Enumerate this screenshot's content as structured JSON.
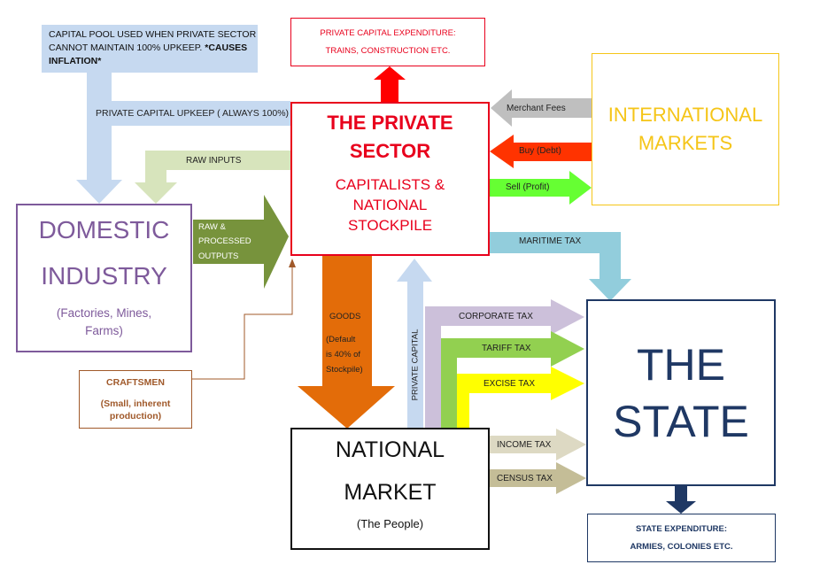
{
  "capital_pool": {
    "line1": "CAPITAL POOL USED WHEN PRIVATE SECTOR",
    "line2": "CANNOT MAINTAIN 100% UPKEEP.",
    "line2_bold": "*CAUSES",
    "line3": "INFLATION*"
  },
  "private_expenditure": {
    "line1": "PRIVATE CAPITAL EXPENDITURE:",
    "line2": "TRAINS, CONSTRUCTION ETC."
  },
  "private_sector": {
    "title1": "THE PRIVATE",
    "title2": "SECTOR",
    "sub1": "CAPITALISTS &",
    "sub2": "NATIONAL",
    "sub3": "STOCKPILE"
  },
  "international": {
    "line1": "INTERNATIONAL",
    "line2": "MARKETS"
  },
  "domestic": {
    "title1": "DOMESTIC",
    "title2": "INDUSTRY",
    "sub1": "(Factories,  Mines,",
    "sub2": "Farms)"
  },
  "craftsmen": {
    "title": "CRAFTSMEN",
    "sub1": "(Small, inherent",
    "sub2": "production)"
  },
  "national_market": {
    "title1": "NATIONAL",
    "title2": "MARKET",
    "sub": "(The People)"
  },
  "state": {
    "line1": "THE",
    "line2": "STATE"
  },
  "state_expenditure": {
    "line1": "STATE EXPENDITURE:",
    "line2": "ARMIES, COLONIES ETC."
  },
  "labels": {
    "private_capital_upkeep": "PRIVATE CAPITAL UPKEEP ( ALWAYS 100%)",
    "raw_inputs": "RAW INPUTS",
    "raw_processed_1": "RAW &",
    "raw_processed_2": "PROCESSED",
    "raw_processed_3": "OUTPUTS",
    "merchant_fees": "Merchant Fees",
    "buy_debt": "Buy (Debt)",
    "sell_profit": "Sell (Profit)",
    "maritime_tax": "MARITIME TAX",
    "goods": "GOODS",
    "goods_sub1": "(Default",
    "goods_sub2": "is 40% of",
    "goods_sub3": "Stockpile)",
    "private_capital": "PRIVATE    CAPITAL",
    "corporate_tax": "CORPORATE TAX",
    "tariff_tax": "TARIFF TAX",
    "excise_tax": "EXCISE TAX",
    "income_tax": "INCOME TAX",
    "census_tax": "CENSUS TAX"
  },
  "colors": {
    "private_red": "#e8001c",
    "international_gold": "#f5c518",
    "domestic_purple": "#7e5a9b",
    "craftsmen_brown": "#a0592a",
    "state_navy": "#1f3864",
    "light_blue": "#c6d9f0",
    "teal": "#92cddc",
    "orange": "#e36c09",
    "olive": "#77933c",
    "pale_green": "#d7e4bc",
    "lavender": "#ccc0da",
    "green": "#92d050",
    "yellow": "#ffff00",
    "light_tan": "#ddd9c3",
    "tan": "#c4bd97",
    "grey": "#bfbfbf",
    "bright_red": "#ff3300",
    "bright_green": "#66ff33"
  }
}
